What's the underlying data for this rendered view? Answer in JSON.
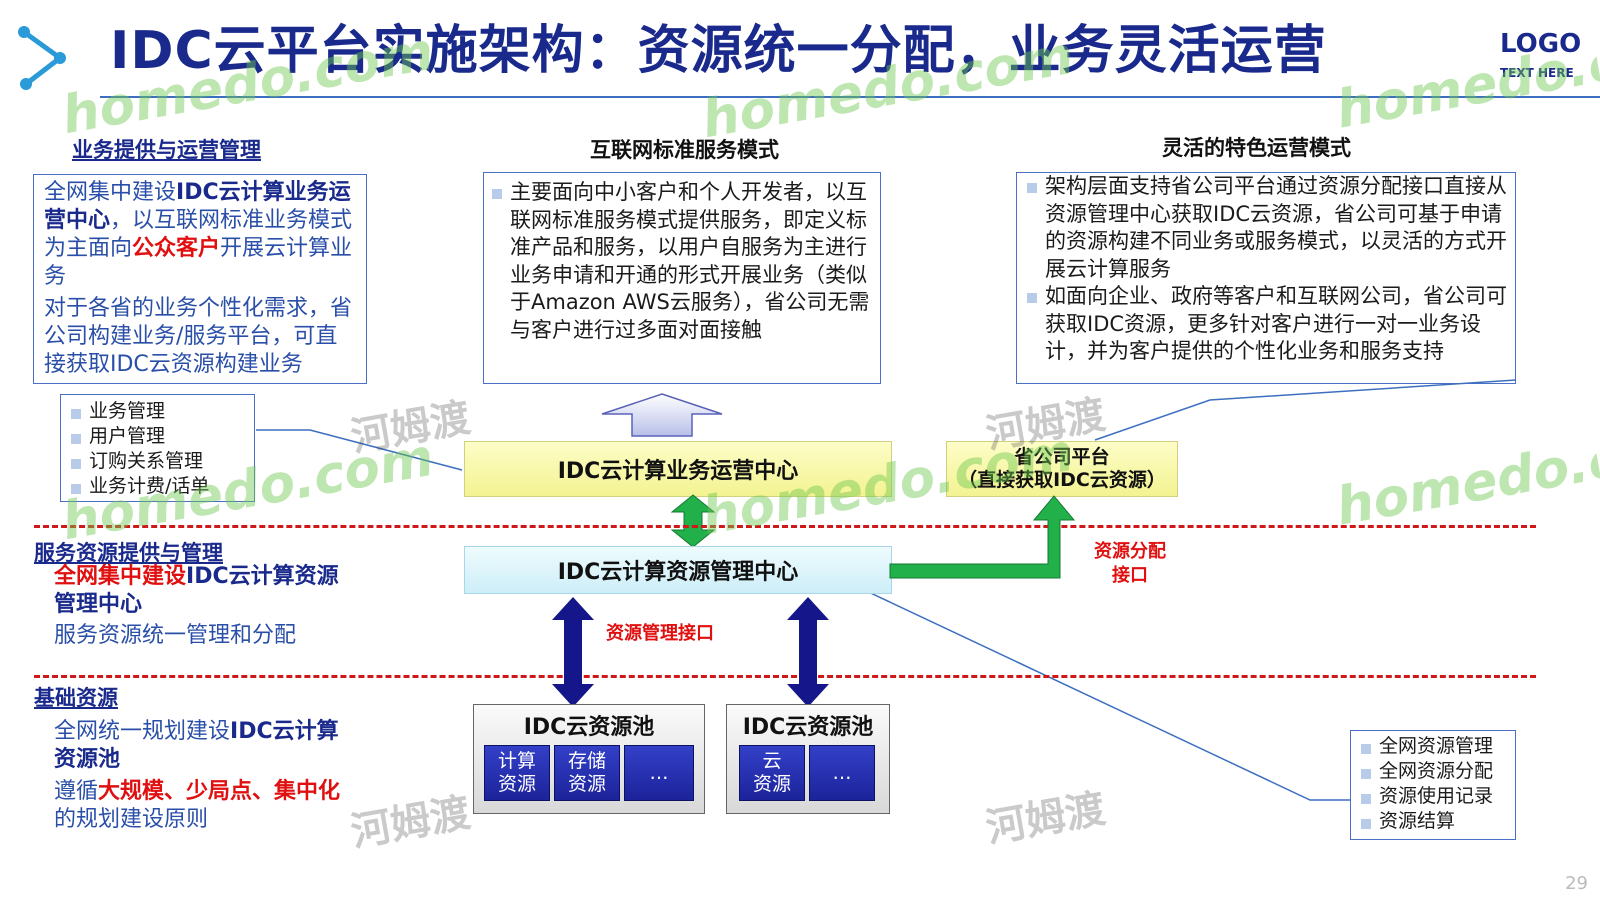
{
  "title": "IDC云平台实施架构：资源统一分配，业务灵活运营",
  "logo": {
    "main": "LOGO",
    "sub": "TEXT HERE"
  },
  "left": {
    "sec1_heading": "业务提供与运营管理",
    "sec1_box": {
      "p1_a": "全网集中建设",
      "p1_b": "IDC云计算业务运营中心",
      "p1_c": "，以互联网标准业务模式为主面向",
      "p1_d": "公众客户",
      "p1_e": "开展云计算业务",
      "p2": "对于各省的业务个性化需求，省公司构建业务/服务平台，可直接获取IDC云资源构建业务"
    },
    "sec1_list": [
      "业务管理",
      "用户管理",
      "订购关系管理",
      "业务计费/话单"
    ],
    "sec2_heading": "服务资源提供与管理",
    "sec2_a": "全网集中建设",
    "sec2_b": "IDC云计算资源管理中心",
    "sec2_c": "服务资源统一管理和分配",
    "sec3_heading": "基础资源",
    "sec3_a": "全网统一规划建设",
    "sec3_b": "IDC云计算资源池",
    "sec3_c": "遵循",
    "sec3_d": "大规模、少局点、集中化",
    "sec3_e": "的规划建设原则"
  },
  "middle": {
    "heading": "互联网标准服务模式",
    "box_text": "主要面向中小客户和个人开发者，以互联网标准服务模式提供服务，即定义标准产品和服务，以用户自服务为主进行业务申请和开通的形式开展业务（类似于Amazon AWS云服务），省公司无需与客户进行过多面对面接触"
  },
  "right": {
    "heading": "灵活的特色运营模式",
    "bullets": [
      "架构层面支持省公司平台通过资源分配接口直接从资源管理中心获取IDC云资源，省公司可基于申请的资源构建不同业务或服务模式，以灵活的方式开展云计算服务",
      "如面向企业、政府等客户和互联网公司，省公司可获取IDC资源，更多针对客户进行一对一业务设计，并为客户提供的个性化业务和服务支持"
    ],
    "bottom_list": [
      "全网资源管理",
      "全网资源分配",
      "资源使用记录",
      "资源结算"
    ]
  },
  "diagram": {
    "ops_center": "IDC云计算业务运营中心",
    "res_center": "IDC云计算资源管理中心",
    "province_l1": "省公司平台",
    "province_l2": "（直接获取IDC云资源）",
    "alloc_label_l1": "资源分配",
    "alloc_label_l2": "接口",
    "mgmt_label": "资源管理接口",
    "pool1": {
      "title": "IDC云资源池",
      "cells": [
        "计算\n资源",
        "存储\n资源",
        "…"
      ]
    },
    "pool2": {
      "title": "IDC云资源池",
      "cells": [
        "云\n资源",
        "…"
      ]
    }
  },
  "watermarks": {
    "site": "homedo.com",
    "cn": "河姆渡"
  },
  "page_number": "29",
  "colors": {
    "title": "#1a2a8c",
    "accent_red": "#e01010",
    "ops_box": "#fafaa8",
    "res_box": "#dff5fb",
    "green_arrow": "#22b04a",
    "blue_arrow": "#1a1a9a"
  }
}
